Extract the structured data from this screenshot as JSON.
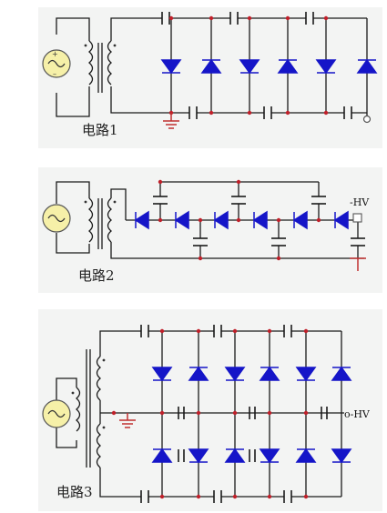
{
  "circuits": [
    {
      "caption": "电路1"
    },
    {
      "caption": "电路2",
      "output_label": "-HV"
    },
    {
      "caption": "电路3",
      "output_label": "o-HV"
    }
  ],
  "colors": {
    "wire": "#1a1a1a",
    "diode": "#1515c8",
    "node": "#c0202a",
    "ground": "#c03030",
    "source": "#f6f0a8"
  }
}
